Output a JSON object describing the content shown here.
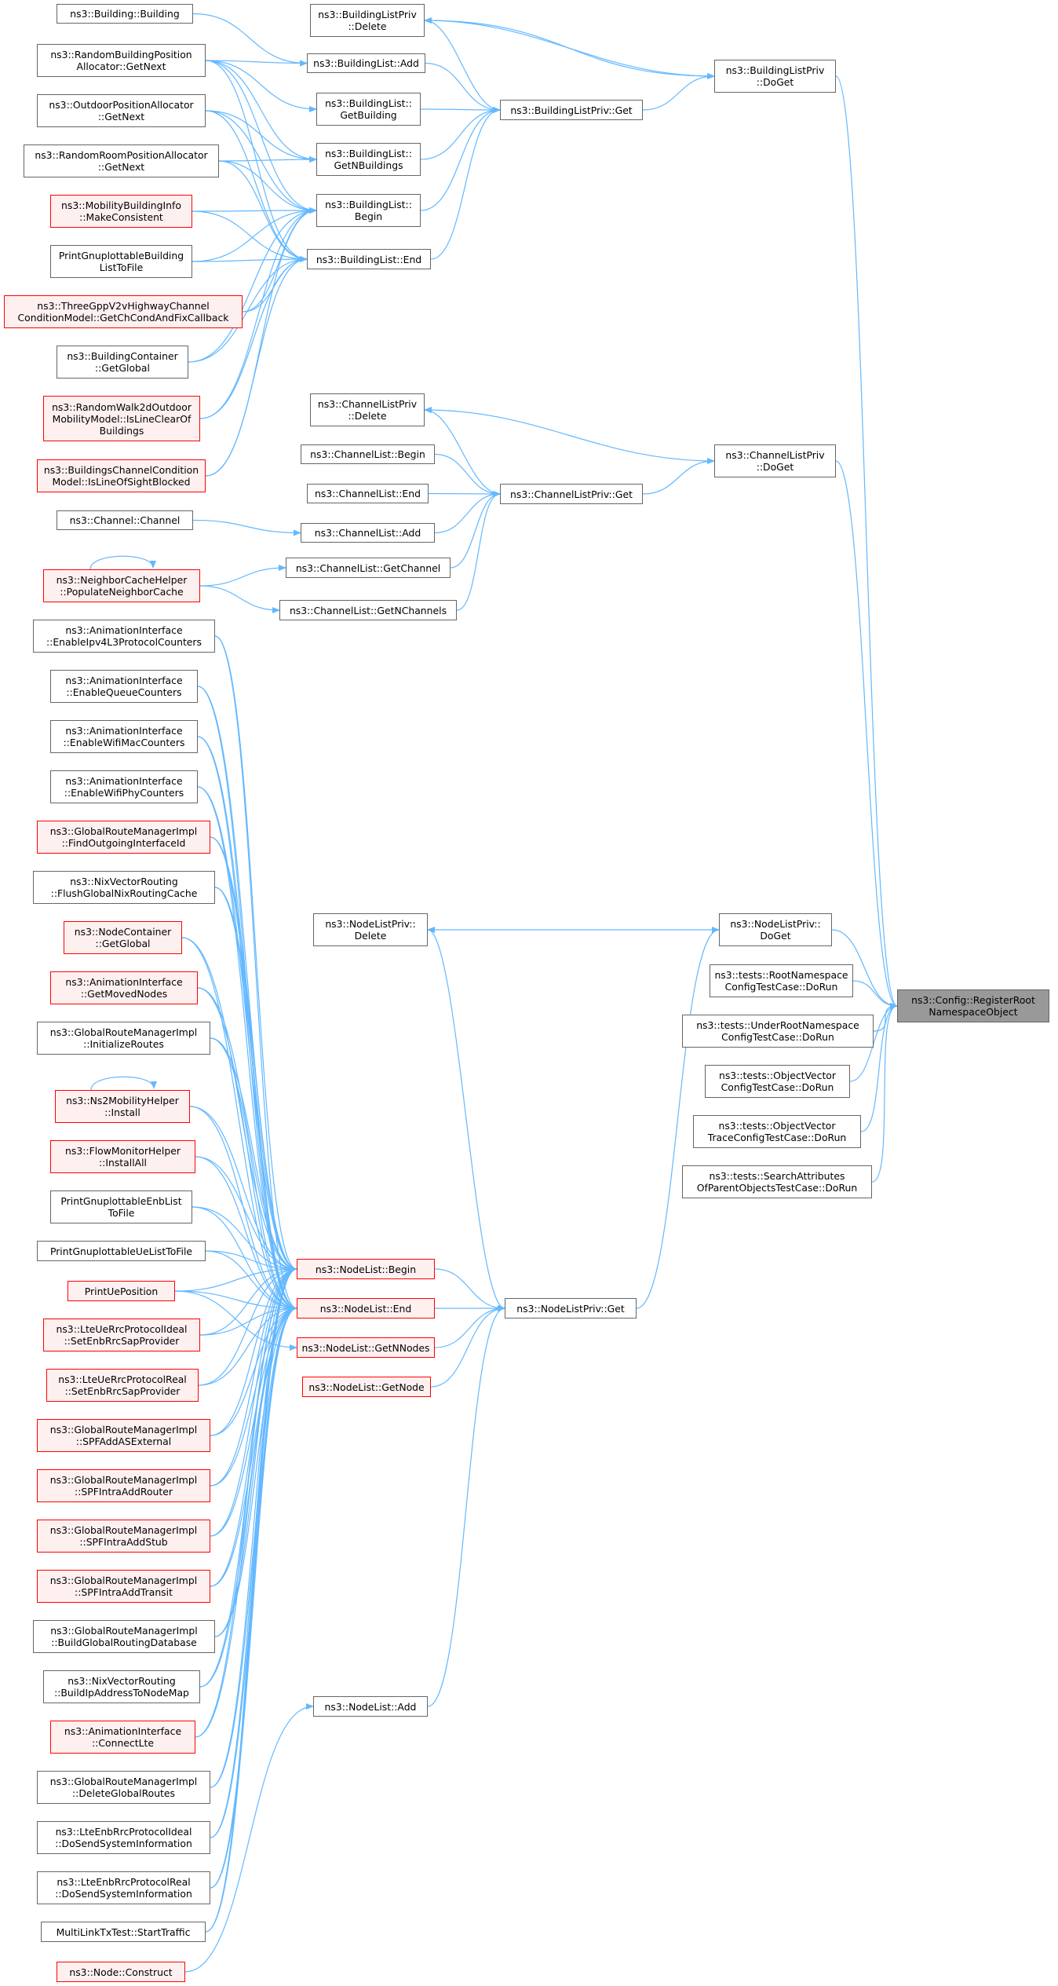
{
  "colors": {
    "edge": "#63b8ff",
    "box_border": "#666666",
    "box_border_truncated": "#ff0000",
    "box_fill_truncated": "#fff0f0",
    "root_fill": "#999999"
  },
  "nodes": [
    {
      "id": "root",
      "label": "ns3::Config::RegisterRoot\nNamespaceObject",
      "style": "root"
    },
    {
      "id": "blp_doget",
      "label": "ns3::BuildingListPriv\n::DoGet",
      "style": "normal"
    },
    {
      "id": "clp_doget",
      "label": "ns3::ChannelListPriv\n::DoGet",
      "style": "normal"
    },
    {
      "id": "nlp_doget",
      "label": "ns3::NodeListPriv::\nDoGet",
      "style": "normal"
    },
    {
      "id": "t_root",
      "label": "ns3::tests::RootNamespace\nConfigTestCase::DoRun",
      "style": "normal"
    },
    {
      "id": "t_under",
      "label": "ns3::tests::UnderRootNamespace\nConfigTestCase::DoRun",
      "style": "normal"
    },
    {
      "id": "t_objvec",
      "label": "ns3::tests::ObjectVector\nConfigTestCase::DoRun",
      "style": "normal"
    },
    {
      "id": "t_objvectrace",
      "label": "ns3::tests::ObjectVector\nTraceConfigTestCase::DoRun",
      "style": "normal"
    },
    {
      "id": "t_search",
      "label": "ns3::tests::SearchAttributes\nOfParentObjectsTestCase::DoRun",
      "style": "normal"
    },
    {
      "id": "blp_delete",
      "label": "ns3::BuildingListPriv\n::Delete",
      "style": "normal"
    },
    {
      "id": "blp_get",
      "label": "ns3::BuildingListPriv::Get",
      "style": "normal"
    },
    {
      "id": "bl_add",
      "label": "ns3::BuildingList::Add",
      "style": "normal"
    },
    {
      "id": "bl_getbuilding",
      "label": "ns3::BuildingList::\nGetBuilding",
      "style": "normal"
    },
    {
      "id": "bl_getn",
      "label": "ns3::BuildingList::\nGetNBuildings",
      "style": "normal"
    },
    {
      "id": "bl_begin",
      "label": "ns3::BuildingList::\nBegin",
      "style": "normal"
    },
    {
      "id": "bl_end",
      "label": "ns3::BuildingList::End",
      "style": "normal"
    },
    {
      "id": "b_building",
      "label": "ns3::Building::Building",
      "style": "normal"
    },
    {
      "id": "rbpa",
      "label": "ns3::RandomBuildingPosition\nAllocator::GetNext",
      "style": "normal"
    },
    {
      "id": "opa",
      "label": "ns3::OutdoorPositionAllocator\n::GetNext",
      "style": "normal"
    },
    {
      "id": "rrpa",
      "label": "ns3::RandomRoomPositionAllocator\n::GetNext",
      "style": "normal"
    },
    {
      "id": "mbi",
      "label": "ns3::MobilityBuildingInfo\n::MakeConsistent",
      "style": "red"
    },
    {
      "id": "pgbl",
      "label": "PrintGnuplottableBuilding\nListToFile",
      "style": "normal"
    },
    {
      "id": "tgpp",
      "label": "ns3::ThreeGppV2vHighwayChannel\nConditionModel::GetChCondAndFixCallback",
      "style": "red"
    },
    {
      "id": "bc_global",
      "label": "ns3::BuildingContainer\n::GetGlobal",
      "style": "normal"
    },
    {
      "id": "rw2d",
      "label": "ns3::RandomWalk2dOutdoor\nMobilityModel::IsLineClearOf\nBuildings",
      "style": "red"
    },
    {
      "id": "bccm",
      "label": "ns3::BuildingsChannelCondition\nModel::IsLineOfSightBlocked",
      "style": "red"
    },
    {
      "id": "clp_delete",
      "label": "ns3::ChannelListPriv\n::Delete",
      "style": "normal"
    },
    {
      "id": "clp_get",
      "label": "ns3::ChannelListPriv::Get",
      "style": "normal"
    },
    {
      "id": "cl_begin",
      "label": "ns3::ChannelList::Begin",
      "style": "normal"
    },
    {
      "id": "cl_end",
      "label": "ns3::ChannelList::End",
      "style": "normal"
    },
    {
      "id": "cl_add",
      "label": "ns3::ChannelList::Add",
      "style": "normal"
    },
    {
      "id": "cl_getch",
      "label": "ns3::ChannelList::GetChannel",
      "style": "normal"
    },
    {
      "id": "cl_getn",
      "label": "ns3::ChannelList::GetNChannels",
      "style": "normal"
    },
    {
      "id": "ch_channel",
      "label": "ns3::Channel::Channel",
      "style": "normal"
    },
    {
      "id": "nch",
      "label": "ns3::NeighborCacheHelper\n::PopulateNeighborCache",
      "style": "red"
    },
    {
      "id": "nlp_delete",
      "label": "ns3::NodeListPriv::\nDelete",
      "style": "normal"
    },
    {
      "id": "nlp_get",
      "label": "ns3::NodeListPriv::Get",
      "style": "normal"
    },
    {
      "id": "nl_begin",
      "label": "ns3::NodeList::Begin",
      "style": "red"
    },
    {
      "id": "nl_end",
      "label": "ns3::NodeList::End",
      "style": "red"
    },
    {
      "id": "nl_getn",
      "label": "ns3::NodeList::GetNNodes",
      "style": "red"
    },
    {
      "id": "nl_getnode",
      "label": "ns3::NodeList::GetNode",
      "style": "red"
    },
    {
      "id": "nl_add",
      "label": "ns3::NodeList::Add",
      "style": "normal"
    },
    {
      "id": "ai_ipv4",
      "label": "ns3::AnimationInterface\n::EnableIpv4L3ProtocolCounters",
      "style": "normal"
    },
    {
      "id": "ai_queue",
      "label": "ns3::AnimationInterface\n::EnableQueueCounters",
      "style": "normal"
    },
    {
      "id": "ai_wifimac",
      "label": "ns3::AnimationInterface\n::EnableWifiMacCounters",
      "style": "normal"
    },
    {
      "id": "ai_wifiphy",
      "label": "ns3::AnimationInterface\n::EnableWifiPhyCounters",
      "style": "normal"
    },
    {
      "id": "grm_find",
      "label": "ns3::GlobalRouteManagerImpl\n::FindOutgoingInterfaceId",
      "style": "red"
    },
    {
      "id": "nix_flush",
      "label": "ns3::NixVectorRouting\n::FlushGlobalNixRoutingCache",
      "style": "normal"
    },
    {
      "id": "nc_global",
      "label": "ns3::NodeContainer\n::GetGlobal",
      "style": "red"
    },
    {
      "id": "ai_moved",
      "label": "ns3::AnimationInterface\n::GetMovedNodes",
      "style": "red"
    },
    {
      "id": "grm_init",
      "label": "ns3::GlobalRouteManagerImpl\n::InitializeRoutes",
      "style": "normal"
    },
    {
      "id": "ns2",
      "label": "ns3::Ns2MobilityHelper\n::Install",
      "style": "red"
    },
    {
      "id": "fmh",
      "label": "ns3::FlowMonitorHelper\n::InstallAll",
      "style": "red"
    },
    {
      "id": "pgenb",
      "label": "PrintGnuplottableEnbList\nToFile",
      "style": "normal"
    },
    {
      "id": "pgue",
      "label": "PrintGnuplottableUeListToFile",
      "style": "normal"
    },
    {
      "id": "pue",
      "label": "PrintUePosition",
      "style": "red"
    },
    {
      "id": "lte_ideal_sap",
      "label": "ns3::LteUeRrcProtocolIdeal\n::SetEnbRrcSapProvider",
      "style": "red"
    },
    {
      "id": "lte_real_sap",
      "label": "ns3::LteUeRrcProtocolReal\n::SetEnbRrcSapProvider",
      "style": "red"
    },
    {
      "id": "grm_ase",
      "label": "ns3::GlobalRouteManagerImpl\n::SPFAddASExternal",
      "style": "red"
    },
    {
      "id": "grm_router",
      "label": "ns3::GlobalRouteManagerImpl\n::SPFIntraAddRouter",
      "style": "red"
    },
    {
      "id": "grm_stub",
      "label": "ns3::GlobalRouteManagerImpl\n::SPFIntraAddStub",
      "style": "red"
    },
    {
      "id": "grm_transit",
      "label": "ns3::GlobalRouteManagerImpl\n::SPFIntraAddTransit",
      "style": "red"
    },
    {
      "id": "grm_build",
      "label": "ns3::GlobalRouteManagerImpl\n::BuildGlobalRoutingDatabase",
      "style": "normal"
    },
    {
      "id": "nix_build",
      "label": "ns3::NixVectorRouting\n::BuildIpAddressToNodeMap",
      "style": "normal"
    },
    {
      "id": "ai_lte",
      "label": "ns3::AnimationInterface\n::ConnectLte",
      "style": "red"
    },
    {
      "id": "grm_delete",
      "label": "ns3::GlobalRouteManagerImpl\n::DeleteGlobalRoutes",
      "style": "normal"
    },
    {
      "id": "lte_enb_ideal",
      "label": "ns3::LteEnbRrcProtocolIdeal\n::DoSendSystemInformation",
      "style": "normal"
    },
    {
      "id": "lte_enb_real",
      "label": "ns3::LteEnbRrcProtocolReal\n::DoSendSystemInformation",
      "style": "normal"
    },
    {
      "id": "mltx",
      "label": "MultiLinkTxTest::StartTraffic",
      "style": "normal"
    },
    {
      "id": "node_construct",
      "label": "ns3::Node::Construct",
      "style": "red"
    }
  ],
  "edges": [
    [
      "blp_doget",
      "root"
    ],
    [
      "clp_doget",
      "root"
    ],
    [
      "nlp_doget",
      "root"
    ],
    [
      "t_root",
      "root"
    ],
    [
      "t_under",
      "root"
    ],
    [
      "t_objvec",
      "root"
    ],
    [
      "t_objvectrace",
      "root"
    ],
    [
      "t_search",
      "root"
    ],
    [
      "blp_get",
      "blp_doget"
    ],
    [
      "blp_delete",
      "blp_doget"
    ],
    [
      "blp_doget",
      "blp_delete"
    ],
    [
      "blp_get",
      "blp_delete"
    ],
    [
      "bl_add",
      "blp_get"
    ],
    [
      "bl_getbuilding",
      "blp_get"
    ],
    [
      "bl_getn",
      "blp_get"
    ],
    [
      "bl_begin",
      "blp_get"
    ],
    [
      "bl_end",
      "blp_get"
    ],
    [
      "b_building",
      "bl_add"
    ],
    [
      "rbpa",
      "bl_add"
    ],
    [
      "rbpa",
      "bl_getbuilding"
    ],
    [
      "rbpa",
      "bl_getn"
    ],
    [
      "opa",
      "bl_getn"
    ],
    [
      "rrpa",
      "bl_getn"
    ],
    [
      "rbpa",
      "bl_begin"
    ],
    [
      "opa",
      "bl_begin"
    ],
    [
      "rrpa",
      "bl_begin"
    ],
    [
      "mbi",
      "bl_begin"
    ],
    [
      "pgbl",
      "bl_begin"
    ],
    [
      "tgpp",
      "bl_begin"
    ],
    [
      "bc_global",
      "bl_begin"
    ],
    [
      "rw2d",
      "bl_begin"
    ],
    [
      "bccm",
      "bl_begin"
    ],
    [
      "rbpa",
      "bl_end"
    ],
    [
      "opa",
      "bl_end"
    ],
    [
      "rrpa",
      "bl_end"
    ],
    [
      "mbi",
      "bl_end"
    ],
    [
      "pgbl",
      "bl_end"
    ],
    [
      "tgpp",
      "bl_end"
    ],
    [
      "bc_global",
      "bl_end"
    ],
    [
      "rw2d",
      "bl_end"
    ],
    [
      "bccm",
      "bl_end"
    ],
    [
      "clp_get",
      "clp_doget"
    ],
    [
      "clp_doget",
      "clp_delete"
    ],
    [
      "clp_get",
      "clp_delete"
    ],
    [
      "cl_begin",
      "clp_get"
    ],
    [
      "cl_end",
      "clp_get"
    ],
    [
      "cl_add",
      "clp_get"
    ],
    [
      "cl_getch",
      "clp_get"
    ],
    [
      "cl_getn",
      "clp_get"
    ],
    [
      "ch_channel",
      "cl_add"
    ],
    [
      "nch",
      "cl_getch"
    ],
    [
      "nch",
      "cl_getn"
    ],
    [
      "nch",
      "nch"
    ],
    [
      "nlp_get",
      "nlp_doget"
    ],
    [
      "nlp_doget",
      "nlp_delete"
    ],
    [
      "nlp_get",
      "nlp_delete"
    ],
    [
      "nl_begin",
      "nlp_get"
    ],
    [
      "nl_end",
      "nlp_get"
    ],
    [
      "nl_getn",
      "nlp_get"
    ],
    [
      "nl_getnode",
      "nlp_get"
    ],
    [
      "nl_add",
      "nlp_get"
    ],
    [
      "node_construct",
      "nl_add"
    ],
    [
      "ns2",
      "ns2"
    ],
    [
      "pue",
      "nl_getn"
    ],
    [
      "ai_ipv4",
      "nl_begin"
    ],
    [
      "ai_queue",
      "nl_begin"
    ],
    [
      "ai_wifimac",
      "nl_begin"
    ],
    [
      "ai_wifiphy",
      "nl_begin"
    ],
    [
      "grm_find",
      "nl_begin"
    ],
    [
      "nix_flush",
      "nl_begin"
    ],
    [
      "nc_global",
      "nl_begin"
    ],
    [
      "ai_moved",
      "nl_begin"
    ],
    [
      "grm_init",
      "nl_begin"
    ],
    [
      "ns2",
      "nl_begin"
    ],
    [
      "fmh",
      "nl_begin"
    ],
    [
      "pgenb",
      "nl_begin"
    ],
    [
      "pgue",
      "nl_begin"
    ],
    [
      "pue",
      "nl_begin"
    ],
    [
      "lte_ideal_sap",
      "nl_begin"
    ],
    [
      "lte_real_sap",
      "nl_begin"
    ],
    [
      "grm_ase",
      "nl_begin"
    ],
    [
      "grm_router",
      "nl_begin"
    ],
    [
      "grm_stub",
      "nl_begin"
    ],
    [
      "grm_transit",
      "nl_begin"
    ],
    [
      "grm_build",
      "nl_begin"
    ],
    [
      "nix_build",
      "nl_begin"
    ],
    [
      "ai_lte",
      "nl_begin"
    ],
    [
      "grm_delete",
      "nl_begin"
    ],
    [
      "lte_enb_ideal",
      "nl_begin"
    ],
    [
      "lte_enb_real",
      "nl_begin"
    ],
    [
      "mltx",
      "nl_begin"
    ],
    [
      "ai_ipv4",
      "nl_end"
    ],
    [
      "ai_queue",
      "nl_end"
    ],
    [
      "ai_wifimac",
      "nl_end"
    ],
    [
      "ai_wifiphy",
      "nl_end"
    ],
    [
      "grm_find",
      "nl_end"
    ],
    [
      "nix_flush",
      "nl_end"
    ],
    [
      "nc_global",
      "nl_end"
    ],
    [
      "ai_moved",
      "nl_end"
    ],
    [
      "grm_init",
      "nl_end"
    ],
    [
      "ns2",
      "nl_end"
    ],
    [
      "fmh",
      "nl_end"
    ],
    [
      "pgenb",
      "nl_end"
    ],
    [
      "pgue",
      "nl_end"
    ],
    [
      "pue",
      "nl_end"
    ],
    [
      "lte_ideal_sap",
      "nl_end"
    ],
    [
      "lte_real_sap",
      "nl_end"
    ],
    [
      "grm_ase",
      "nl_end"
    ],
    [
      "grm_router",
      "nl_end"
    ],
    [
      "grm_stub",
      "nl_end"
    ],
    [
      "grm_transit",
      "nl_end"
    ],
    [
      "grm_build",
      "nl_end"
    ],
    [
      "nix_build",
      "nl_end"
    ],
    [
      "ai_lte",
      "nl_end"
    ],
    [
      "grm_delete",
      "nl_end"
    ],
    [
      "lte_enb_ideal",
      "nl_end"
    ],
    [
      "lte_enb_real",
      "nl_end"
    ],
    [
      "mltx",
      "nl_end"
    ]
  ]
}
